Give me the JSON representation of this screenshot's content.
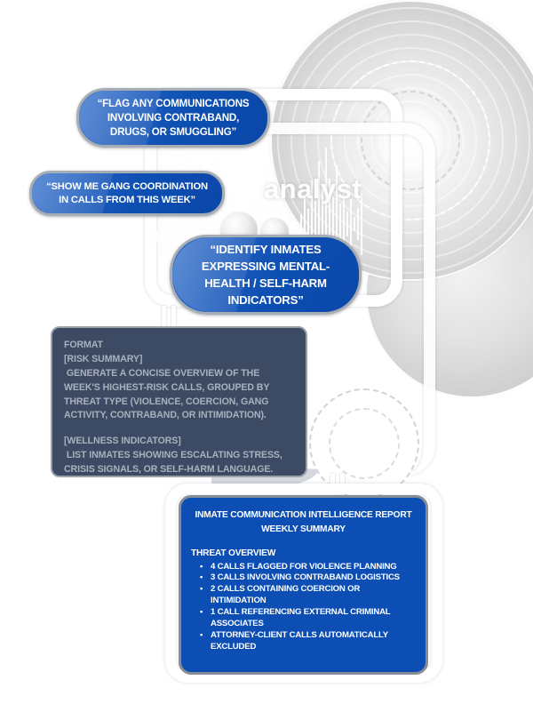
{
  "brand": {
    "watermark_text": "analyst"
  },
  "prompt_bubbles": [
    {
      "lines": [
        "“FLAG ANY COMMUNICATIONS",
        "INVOLVING CONTRABAND,",
        "DRUGS, OR SMUGGLING”"
      ]
    },
    {
      "lines": [
        "“SHOW ME GANG COORDINATION",
        "IN CALLS FROM THIS WEEK”"
      ]
    },
    {
      "lines": [
        "“IDENTIFY INMATES",
        "EXPRESSING MENTAL-",
        "HEALTH / SELF-HARM",
        "INDICATORS”"
      ]
    }
  ],
  "format_panel": {
    "paragraphs": [
      "FORMAT",
      "[RISK SUMMARY]",
      " GENERATE A CONCISE OVERVIEW OF THE WEEK'S HIGHEST-RISK CALLS, GROUPED BY THREAT TYPE (VIOLENCE, COERCION, GANG ACTIVITY, CONTRABAND, OR INTIMIDATION).",
      "",
      "[WELLNESS INDICATORS]",
      " LIST INMATES SHOWING ESCALATING STRESS, CRISIS SIGNALS, OR SELF-HARM LANGUAGE."
    ]
  },
  "report_panel": {
    "title_lines": [
      "INMATE COMMUNICATION INTELLIGENCE REPORT",
      "WEEKLY SUMMARY"
    ],
    "section_heading": "THREAT OVERVIEW",
    "bullets": [
      "4 CALLS FLAGGED FOR VIOLENCE PLANNING",
      "3 CALLS INVOLVING CONTRABAND LOGISTICS",
      "2 CALLS CONTAINING COERCION OR INTIMIDATION",
      "1 CALL REFERENCING EXTERNAL CRIMINAL ASSOCIATES",
      "ATTORNEY-CLIENT CALLS AUTOMATICALLY EXCLUDED"
    ]
  },
  "colors": {
    "bubble_blue": "#0d4fb2",
    "report_blue": "#0c4eb4",
    "format_slate": "#3c4a63",
    "border_gray": "#9aa1ab",
    "frame_white": "#ffffff"
  }
}
